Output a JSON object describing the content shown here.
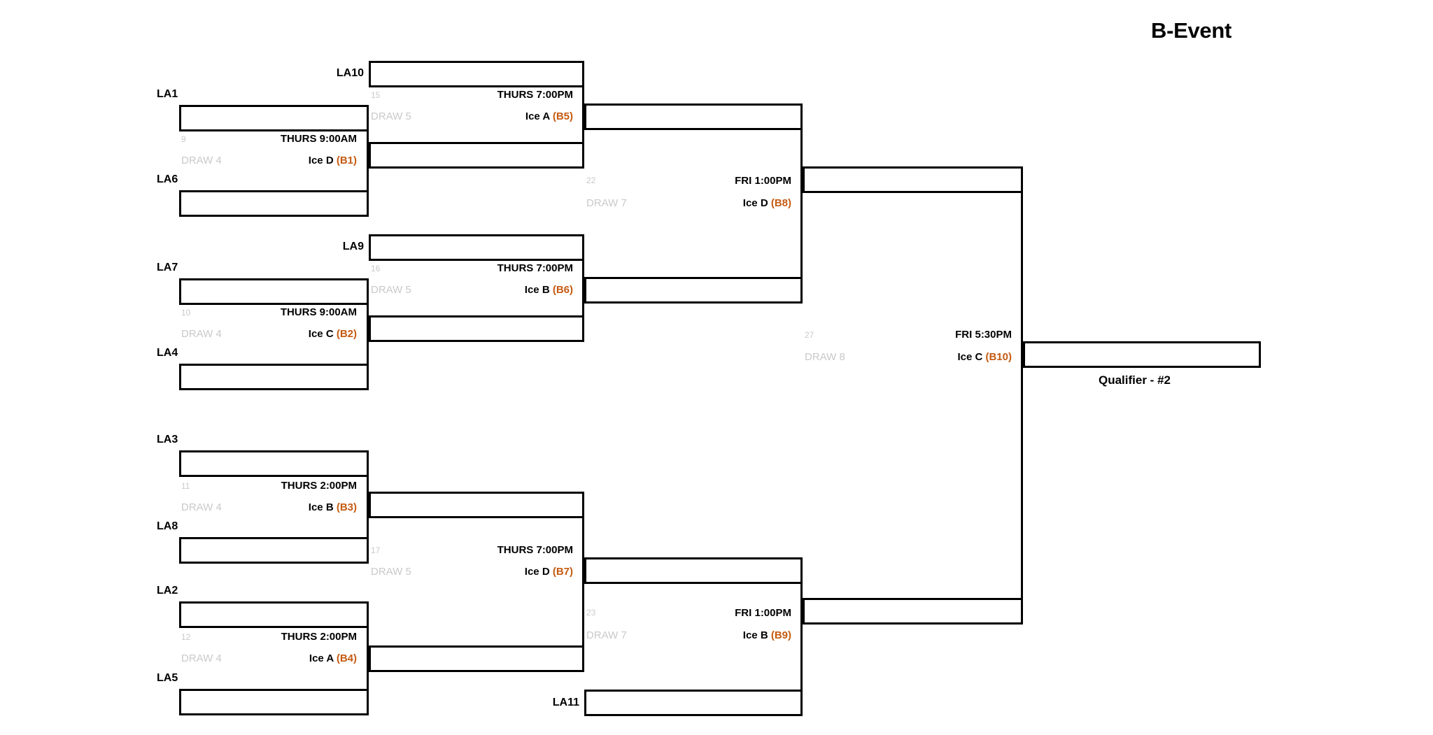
{
  "page": {
    "title": "B-Event",
    "background_color": "#ffffff",
    "line_color": "#000000",
    "accent_color": "#c55a11",
    "muted_color": "#c9c9c9"
  },
  "seeds": [
    {
      "id": "la10",
      "label": "LA10"
    },
    {
      "id": "la1",
      "label": "LA1"
    },
    {
      "id": "la6",
      "label": "LA6"
    },
    {
      "id": "la9",
      "label": "LA9"
    },
    {
      "id": "la7",
      "label": "LA7"
    },
    {
      "id": "la4",
      "label": "LA4"
    },
    {
      "id": "la3",
      "label": "LA3"
    },
    {
      "id": "la8",
      "label": "LA8"
    },
    {
      "id": "la2",
      "label": "LA2"
    },
    {
      "id": "la5",
      "label": "LA5"
    },
    {
      "id": "la11",
      "label": "LA11"
    }
  ],
  "matches": [
    {
      "id": "m9",
      "number": "9",
      "draw": "DRAW 4",
      "time": "THURS 9:00AM",
      "sheet": "Ice D",
      "code": "(B1)",
      "round": 1
    },
    {
      "id": "m10",
      "number": "10",
      "draw": "DRAW 4",
      "time": "THURS 9:00AM",
      "sheet": "Ice C",
      "code": "(B2)",
      "round": 1
    },
    {
      "id": "m11",
      "number": "11",
      "draw": "DRAW 4",
      "time": "THURS 2:00PM",
      "sheet": "Ice B",
      "code": "(B3)",
      "round": 1
    },
    {
      "id": "m12",
      "number": "12",
      "draw": "DRAW 4",
      "time": "THURS 2:00PM",
      "sheet": "Ice A",
      "code": "(B4)",
      "round": 1
    },
    {
      "id": "m15",
      "number": "15",
      "draw": "DRAW 5",
      "time": "THURS 7:00PM",
      "sheet": "Ice A",
      "code": "(B5)",
      "round": 2
    },
    {
      "id": "m16",
      "number": "16",
      "draw": "DRAW 5",
      "time": "THURS 7:00PM",
      "sheet": "Ice B",
      "code": "(B6)",
      "round": 2
    },
    {
      "id": "m17",
      "number": "17",
      "draw": "DRAW 5",
      "time": "THURS 7:00PM",
      "sheet": "Ice D",
      "code": "(B7)",
      "round": 2
    },
    {
      "id": "m22",
      "number": "22",
      "draw": "DRAW 7",
      "time": "FRI 1:00PM",
      "sheet": "Ice D",
      "code": "(B8)",
      "round": 3
    },
    {
      "id": "m23",
      "number": "23",
      "draw": "DRAW 7",
      "time": "FRI 1:00PM",
      "sheet": "Ice B",
      "code": "(B9)",
      "round": 3
    },
    {
      "id": "m27",
      "number": "27",
      "draw": "DRAW 8",
      "time": "FRI 5:30PM",
      "sheet": "Ice C",
      "code": "(B10)",
      "round": 4
    }
  ],
  "qualifier": {
    "label": "Qualifier - #2"
  }
}
